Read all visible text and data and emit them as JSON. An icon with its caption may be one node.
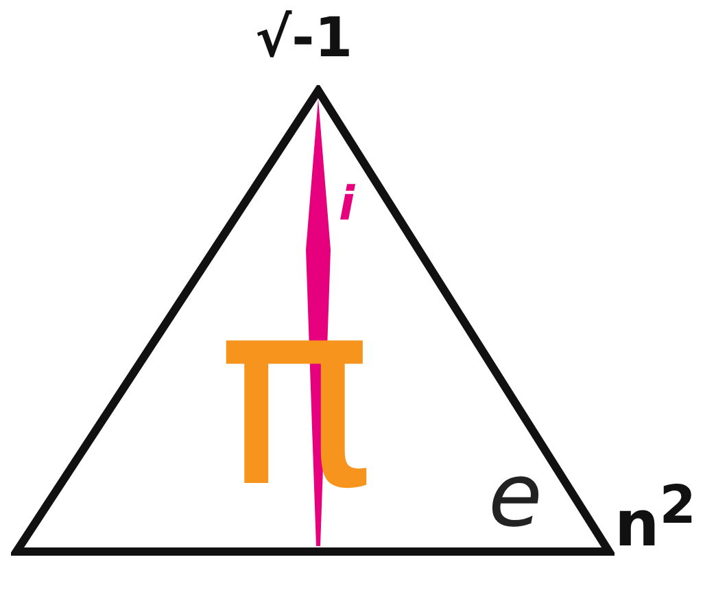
{
  "diagram": {
    "nodes": [
      {
        "text": [
          "i",
          "π",
          "e"
        ],
        "beside": [
          "√-1",
          "n$^{2}$"
        ]
      }
    ]
  }
}
